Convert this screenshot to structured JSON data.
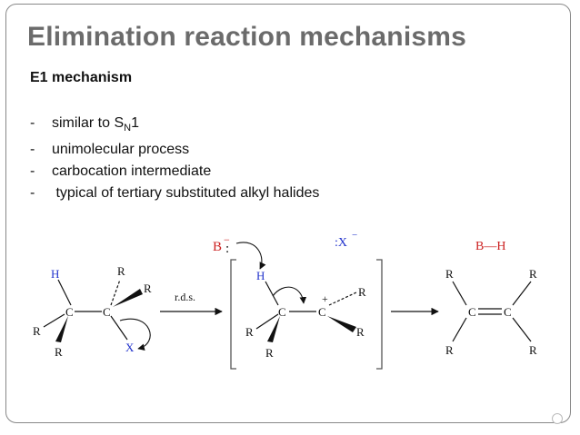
{
  "slide": {
    "title": "Elimination reaction mechanisms",
    "subtitle": "E1 mechanism",
    "bullets": [
      {
        "dash": "-",
        "text": "similar to S",
        "sub": "N",
        "after": "1"
      },
      {
        "dash": "-",
        "text": "unimolecular process"
      },
      {
        "dash": "-",
        "text": "carbocation intermediate"
      },
      {
        "dash": "-",
        "text": " typical of tertiary substituted alkyl halides"
      }
    ]
  },
  "scheme": {
    "reactant": {
      "h": "H",
      "c1": "C",
      "c2": "C",
      "r": "R",
      "x": "X"
    },
    "rds_label": "r.d.s.",
    "intermediate": {
      "base": "B",
      "base_charge": "−",
      "h": "H",
      "c1": "C",
      "c2": "C",
      "plus": "+",
      "r": "R",
      "halide": ":X",
      "halide_charge": "−"
    },
    "product": {
      "bh": "B—H",
      "c1": "C",
      "c2": "C",
      "r": "R"
    },
    "colors": {
      "blue": "#2233cc",
      "red": "#cc2222",
      "black": "#111111"
    }
  }
}
